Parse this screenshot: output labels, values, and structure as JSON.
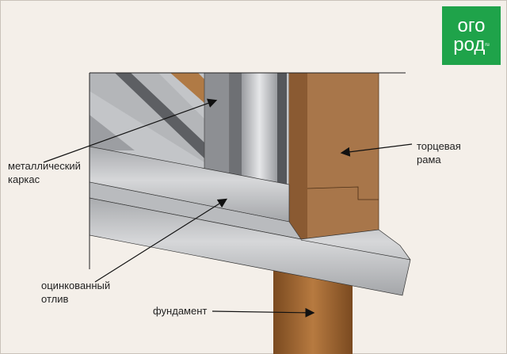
{
  "logo": {
    "line1": "ого",
    "line2": "род",
    "suffix": "ru"
  },
  "labels": {
    "frame_metal": [
      "металлический",
      "каркас"
    ],
    "end_frame": [
      "торцевая",
      "рама"
    ],
    "flashing": [
      "оцинкованный",
      "отлив"
    ],
    "foundation": "фундамент"
  }
}
